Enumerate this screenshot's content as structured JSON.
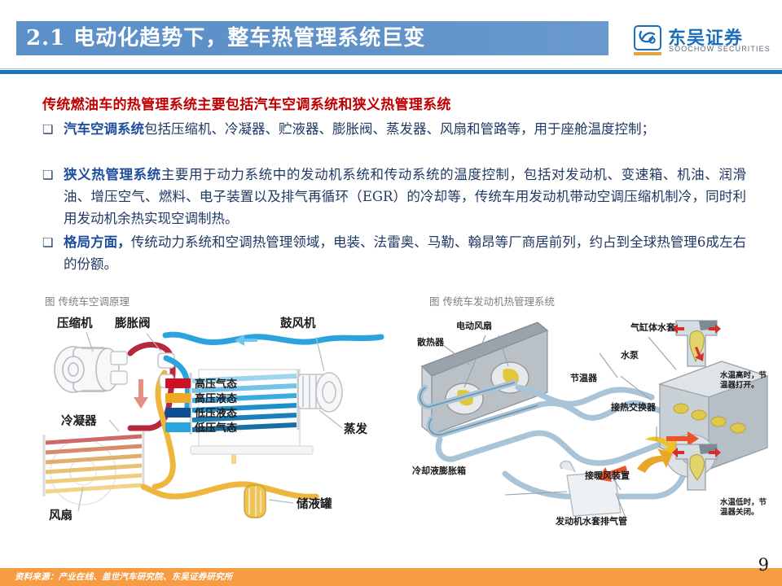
{
  "header": {
    "title": "2.1 电动化趋势下，整车热管理系统巨变",
    "band_color": "#5c90c8",
    "rule_color": "#1b75bb"
  },
  "logo": {
    "cn": "东吴证券",
    "en": "SOOCHOW SECURITIES",
    "color": "#1b6fba",
    "icon": "soochow-logo-icon"
  },
  "body": {
    "headline": "传统燃油车的热管理系统主要包括汽车空调系统和狭义热管理系统",
    "bullet_marker": "❑",
    "bullets": [
      {
        "lead": "汽车空调系统",
        "rest": "包括压缩机、冷凝器、贮液器、膨胀阀、蒸发器、风扇和管路等，用于座舱温度控制；"
      },
      {
        "lead": "狭义热管理系统",
        "rest": "主要用于动力系统中的发动机系统和传动系统的温度控制，包括对发动机、变速箱、机油、润滑油、增压空气、燃料、电子装置以及排气再循环（EGR）的冷却等，传统车用发动机带动空调压缩机制冷，同时利用发动机余热实现空调制热。"
      },
      {
        "lead": "格局方面，",
        "rest": "传统动力系统和空调热管理领域，电装、法雷奥、马勒、翰昂等厂商居前列，约占到全球热管理6成左右的份额。"
      }
    ],
    "headline_color": "#c00000",
    "text_color": "#1f3864",
    "lead_color": "#1f4e9c"
  },
  "figures": {
    "left": {
      "caption": "图  传统车空调原理",
      "labels": {
        "compressor": "压缩机",
        "condenser": "冷凝器",
        "fan": "风扇",
        "expansion_valve": "膨胀阀",
        "blower": "鼓风机",
        "evaporator": "蒸发",
        "receiver_tank": "储液罐"
      },
      "legend": [
        {
          "label": "高压气态",
          "color": "#cc1122"
        },
        {
          "label": "高压液态",
          "color": "#f0a825"
        },
        {
          "label": "低压液态",
          "color": "#0c4f94"
        },
        {
          "label": "低压气态",
          "color": "#2ba3dd"
        }
      ]
    },
    "right": {
      "caption": "图  传统车发动机热管理系统",
      "labels": {
        "radiator": "散热器",
        "electric_fan": "电动风扇",
        "cylinder_water_jacket": "气缸体水套",
        "water_pump": "水泵",
        "thermostat": "节温器",
        "coolant_expansion_tank": "冷却液膨胀箱",
        "engine_jacket_vent_pipe": "发动机水套排气管",
        "heat_exchanger": "接热交换器",
        "heater_device": "接暖风装置"
      },
      "insets": [
        {
          "caption": "水温高时，节温器打开。"
        },
        {
          "caption": "水温低时，节温器关闭。"
        }
      ]
    }
  },
  "footer": {
    "source": "资料来源：产业在线、盖世汽车研究院、东吴证券研究所",
    "page": "9",
    "bar_color": "#f79c42"
  }
}
